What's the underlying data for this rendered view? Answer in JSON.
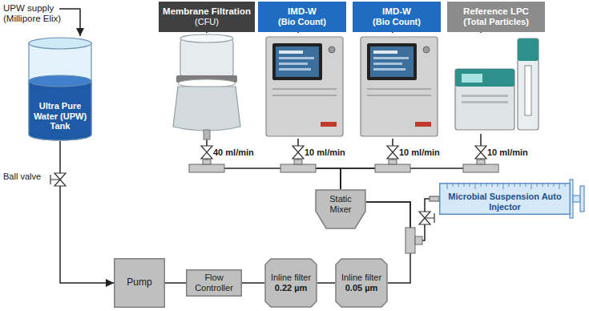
{
  "diagram": {
    "nodes": [
      {
        "text": [
          "Membrane Filtration",
          "(CFU)"
        ]
      },
      {
        "text": [
          "IMD-W",
          "(Bio Count)"
        ]
      },
      {
        "text": [
          "IMD-W",
          "(Bio Count)"
        ]
      },
      {
        "text": [
          "Reference LPC",
          "(Total Particles)"
        ]
      },
      {
        "text": [
          "Ultra Pure Water (UPW) Tank"
        ]
      },
      {
        "text": [
          "Pump"
        ]
      },
      {
        "text": [
          "Flow Controller"
        ]
      },
      {
        "text": [
          "Inline filter",
          "0.22 µm"
        ]
      },
      {
        "text": [
          "Inline filter",
          "0.05 µm"
        ]
      },
      {
        "text": [
          "Static Mixer"
        ]
      },
      {
        "text": [
          "Microbial Suspension Auto Injector"
        ]
      }
    ],
    "edges": [
      {
        "from": 4,
        "to": 5,
        "arrow": "to"
      },
      {
        "from": 5,
        "to": 6,
        "arrow": "none"
      },
      {
        "from": 6,
        "to": 7,
        "arrow": "none"
      },
      {
        "from": 7,
        "to": 8,
        "arrow": "none"
      },
      {
        "from": 8,
        "to": 9,
        "arrow": "none"
      },
      {
        "from": 10,
        "to": 9,
        "arrow": "none"
      },
      {
        "from": 9,
        "to": 0,
        "arrow": "none"
      },
      {
        "from": 9,
        "to": 1,
        "arrow": "none"
      },
      {
        "from": 9,
        "to": 2,
        "arrow": "none"
      },
      {
        "from": 9,
        "to": 3,
        "arrow": "none"
      }
    ],
    "labels": [
      "UPW supply (Millipore Elix)",
      "Ball valve",
      "40 ml/min",
      "10 ml/min",
      "10 ml/min",
      "10 ml/min"
    ]
  }
}
